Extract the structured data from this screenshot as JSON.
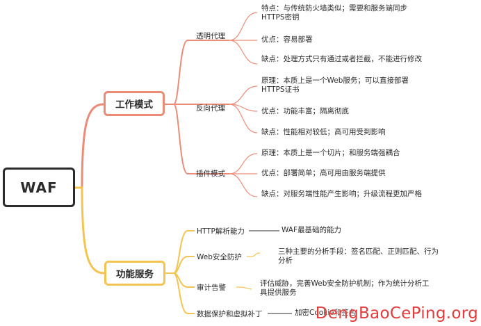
{
  "root": "WAF",
  "categories": [
    {
      "label": "工作模式",
      "color": "#ea8c78",
      "children": [
        {
          "label": "透明代理",
          "items": [
            "特点：与传统防火墙类似；需要和服务端同步HTTPS密钥",
            "优点：容易部署",
            "缺点：处理方式只有通过或者拦截，不能进行修改"
          ]
        },
        {
          "label": "反向代理",
          "items": [
            "原理：本质上是一个Web服务；可以直接部署HTTPS证书",
            "优点：功能丰富；隔离彻底",
            "缺点：性能相对较低；高可用受到影响"
          ]
        },
        {
          "label": "插件模式",
          "items": [
            "原理：本质上是一个切片；和服务端强耦合",
            "优点：部署简单；高可用由服务端提供",
            "缺点：对服务端性能产生影响；升级流程更加严格"
          ]
        }
      ]
    },
    {
      "label": "功能服务",
      "color": "#f3c451",
      "children": [
        {
          "label": "HTTP解析能力",
          "items": [
            "WAF最基础的能力"
          ]
        },
        {
          "label": "Web安全防护",
          "items": [
            "三种主要的分析手段：签名匹配、正则匹配、行为分析"
          ]
        },
        {
          "label": "审计告警",
          "items": [
            "评估威胁，完善Web安全防护机制；作为统计分析工具提供服务"
          ]
        },
        {
          "label": "数据保护和虚拟补丁",
          "items": [
            "加密Cookie和签名"
          ]
        }
      ]
    }
  ],
  "watermark": "DengBaoCePing.org"
}
